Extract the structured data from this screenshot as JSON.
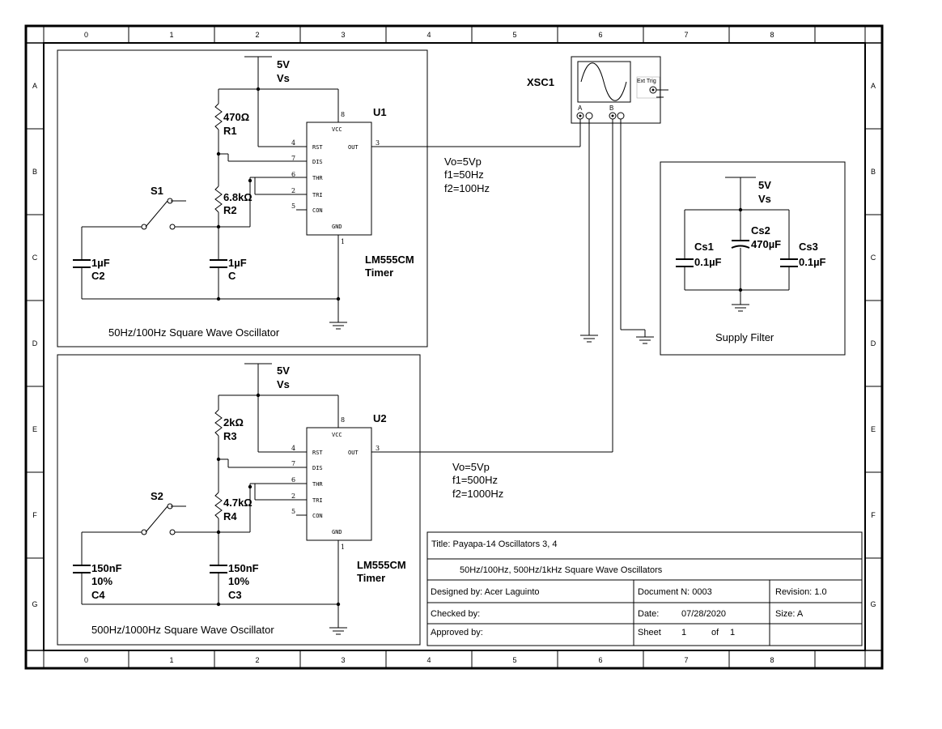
{
  "border": {
    "columns": [
      "0",
      "1",
      "2",
      "3",
      "4",
      "5",
      "6",
      "7",
      "8"
    ],
    "rows": [
      "A",
      "B",
      "C",
      "D",
      "E",
      "F",
      "G"
    ]
  },
  "osc1": {
    "caption": "50Hz/100Hz Square Wave Oscillator",
    "supply_v": "5V",
    "supply_name": "Vs",
    "ic_ref": "U1",
    "ic_part": "LM555CM",
    "ic_desc": "Timer",
    "r_top_val": "470Ω",
    "r_top_ref": "R1",
    "r_mid_val": "6.8kΩ",
    "r_mid_ref": "R2",
    "cap_a_val": "1µF",
    "cap_a_ref": "C2",
    "cap_b_val": "1µF",
    "cap_b_ref": "C",
    "switch_ref": "S1",
    "note": [
      "Vo=5Vp",
      "f1=50Hz",
      "f2=100Hz"
    ]
  },
  "osc2": {
    "caption": "500Hz/1000Hz Square Wave Oscillator",
    "supply_v": "5V",
    "supply_name": "Vs",
    "ic_ref": "U2",
    "ic_part": "LM555CM",
    "ic_desc": "Timer",
    "r_top_val": "2kΩ",
    "r_top_ref": "R3",
    "r_mid_val": "4.7kΩ",
    "r_mid_ref": "R4",
    "cap_a_val": "150nF",
    "cap_a_tol": "10%",
    "cap_a_ref": "C4",
    "cap_b_val": "150nF",
    "cap_b_tol": "10%",
    "cap_b_ref": "C3",
    "switch_ref": "S2",
    "note": [
      "Vo=5Vp",
      "f1=500Hz",
      "f2=1000Hz"
    ]
  },
  "ic_pins": {
    "vcc": "VCC",
    "rst": "RST",
    "dis": "DIS",
    "thr": "THR",
    "tri": "TRI",
    "con": "CON",
    "gnd": "GND",
    "out": "OUT",
    "n_vcc": "8",
    "n_rst": "4",
    "n_dis": "7",
    "n_thr": "6",
    "n_tri": "2",
    "n_con": "5",
    "n_gnd": "1",
    "n_out": "3"
  },
  "scope": {
    "ref": "XSC1",
    "ext_trig": "Ext Trig",
    "ch_a": "A",
    "ch_b": "B"
  },
  "filter": {
    "caption": "Supply Filter",
    "supply_v": "5V",
    "supply_name": "Vs",
    "cs1_ref": "Cs1",
    "cs1_val": "0.1µF",
    "cs2_ref": "Cs2",
    "cs2_val": "470µF",
    "cs3_ref": "Cs3",
    "cs3_val": "0.1µF"
  },
  "title_block": {
    "title": "Title:  Payapa-14 Oscillators 3, 4",
    "description": "50Hz/100Hz, 500Hz/1kHz Square Wave Oscillators",
    "designed_by": "Designed by:  Acer Laguinto",
    "document": "Document N:  0003",
    "revision": "Revision:  1.0",
    "checked_by": "Checked by:",
    "date_label": "Date:",
    "date_value": "07/28/2020",
    "size": "Size:  A",
    "approved_by": "Approved by:",
    "sheet_label": "Sheet",
    "sheet_num": "1",
    "sheet_of": "of",
    "sheet_total": "1"
  }
}
